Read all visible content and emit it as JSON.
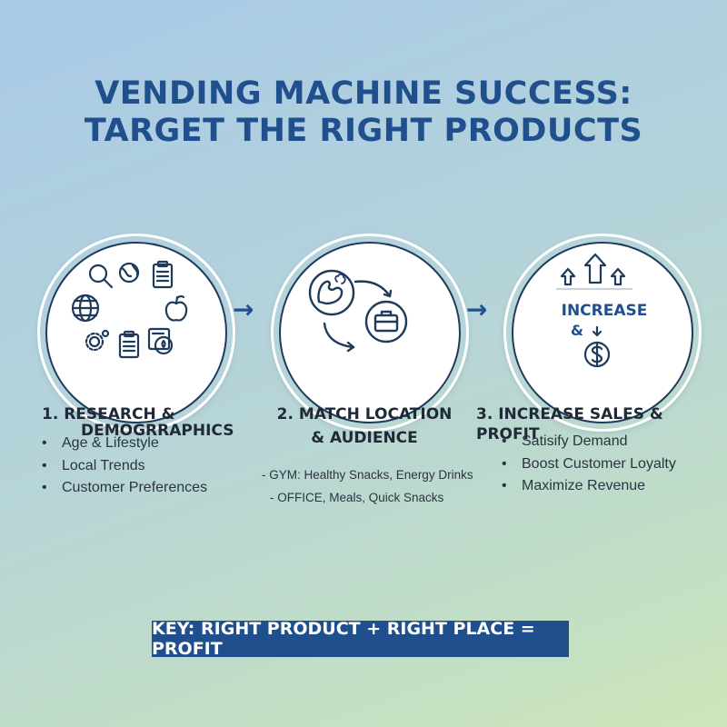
{
  "title": {
    "line1": "VENDING MACHINE SUCCESS:",
    "line2": "TARGET THE RIGHT PRODUCTS"
  },
  "steps": [
    {
      "title_line1": "1. RESEARCH &",
      "title_line2": "DEMOGRRAPHICS",
      "bullets": [
        "Age & Lifestyle",
        "Local Trends",
        "Customer Preferences"
      ],
      "icons": [
        "search-icon",
        "globe-icon",
        "checklist-icon",
        "apple-icon",
        "gear-icon",
        "clipboard-icon",
        "money-bag-icon"
      ]
    },
    {
      "title_line1": "2. MATCH LOCATION",
      "title_line2": "& AUDIENCE",
      "lines": [
        "- GYM: Healthy Snacks, Energy Drinks",
        "- OFFICE, Meals, Quick Snacks"
      ],
      "icons": [
        "flexed-arm-apple-icon",
        "briefcase-icon",
        "cycle-arrows-icon"
      ]
    },
    {
      "title": "3. INCREASE SALES & PROFIT",
      "circle_label": "INCREASE",
      "circle_amp": "&",
      "bullets": [
        "Satisify Demand",
        "Boost Customer Loyalty",
        "Maximize Revenue"
      ],
      "icons": [
        "up-arrows-icon",
        "dollar-coin-icon"
      ]
    }
  ],
  "arrows": [
    "→",
    "→"
  ],
  "key": "KEY: RIGHT PRODUCT + RIGHT PLACE = PROFIT",
  "colors": {
    "navy": "#1f4f8c",
    "dark_outline": "#1f3b5c",
    "background_start": "#a9c9e6",
    "background_end": "#cde6b9"
  }
}
